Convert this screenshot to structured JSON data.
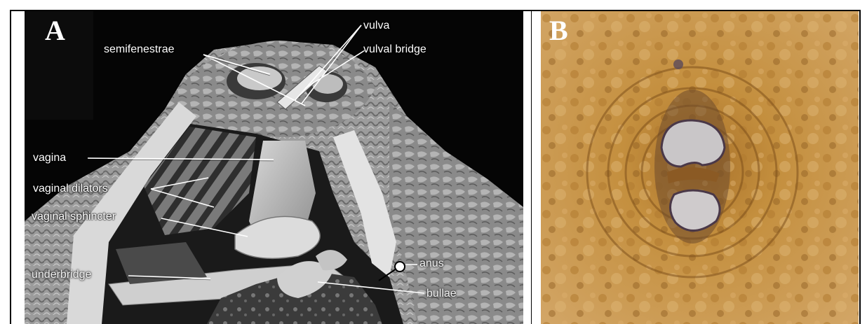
{
  "panels": {
    "a": {
      "letter": "A",
      "labels": {
        "semifenestrae": "semifenestrae",
        "vulva": "vulva",
        "vulval_bridge": "vulval bridge",
        "vagina": "vagina",
        "vaginal_dilators": "vaginal dilators",
        "vaginal_sphincter": "vaginal sphincter",
        "underbridge": "underbridge",
        "anus": "anus",
        "bullae": "bullae"
      }
    },
    "b": {
      "letter": "B"
    }
  },
  "colors": {
    "diagram_background": "#050505",
    "cyst_surface": "#a9a9a9",
    "micrograph_tint": "#c08a3c"
  }
}
